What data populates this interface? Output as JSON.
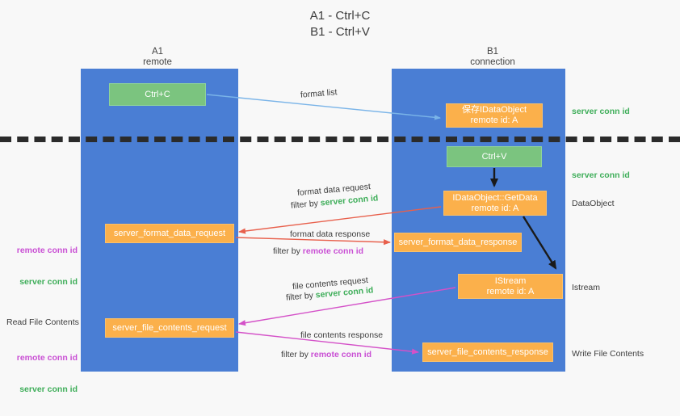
{
  "title": {
    "line1": "A1 - Ctrl+C",
    "line2": "B1 - Ctrl+V"
  },
  "lanes": [
    {
      "id": "a1",
      "name": "A1",
      "subtitle": "remote",
      "color": "#4a7ed4"
    },
    {
      "id": "b1",
      "name": "B1",
      "subtitle": "connection",
      "color": "#4a7ed4"
    }
  ],
  "nodes": {
    "ctrl_c": {
      "label": "Ctrl+C",
      "color": "#7bc47f"
    },
    "save_idataobject": {
      "line1": "保存IDataObject",
      "line2": "remote id: A",
      "color": "#fbb04b"
    },
    "ctrl_v": {
      "label": "Ctrl+V",
      "color": "#7bc47f"
    },
    "getdata": {
      "line1": "IDataObject::GetData",
      "line2": "remote id: A",
      "color": "#fbb04b"
    },
    "istream": {
      "line1": "IStream",
      "line2": "remote id: A",
      "color": "#fbb04b"
    },
    "server_format_data_request": {
      "label": "server_format_data_request",
      "color": "#fbb04b"
    },
    "server_format_data_response": {
      "label": "server_format_data_response",
      "color": "#fbb04b"
    },
    "server_file_contents_request": {
      "label": "server_file_contents_request",
      "color": "#fbb04b"
    },
    "server_file_contents_response": {
      "label": "server_file_contents_response",
      "color": "#fbb04b"
    }
  },
  "edge_labels": {
    "format_list": "format list",
    "format_data_request": "format data request",
    "format_data_request_filter_prefix": "filter by ",
    "format_data_request_filter_value": "server conn id",
    "format_data_response": "format data response",
    "format_data_response_filter_prefix": "filter by ",
    "format_data_response_filter_value": "remote conn id",
    "file_contents_request": "file contents request",
    "file_contents_request_filter_prefix": "filter by ",
    "file_contents_request_filter_value": "server conn id",
    "file_contents_response": "file contents response",
    "file_contents_response_filter_prefix": "filter by ",
    "file_contents_response_filter_value": "remote conn id"
  },
  "captions": {
    "server_conn_id_top": "server conn id",
    "server_conn_id_mid": "server conn id",
    "dataobject": "DataObject",
    "istream": "Istream",
    "write_file_contents": "Write File Contents",
    "read_file_contents": "Read File Contents",
    "remote_conn_id_1": "remote conn id",
    "server_conn_id_1": "server conn id",
    "remote_conn_id_2": "remote conn id",
    "server_conn_id_2": "server conn id"
  },
  "colors": {
    "lane": "#4a7ed4",
    "green_node": "#7bc47f",
    "orange_node": "#fbb04b",
    "green_text": "#3fae5a",
    "magenta_text": "#c94fd4",
    "arrow_blue": "#7ab4e8",
    "arrow_red": "#e8604c",
    "arrow_magenta": "#d451c8",
    "arrow_black": "#1a1a1a",
    "background": "#f8f8f8",
    "dashed_line": "#2b2b2b"
  }
}
